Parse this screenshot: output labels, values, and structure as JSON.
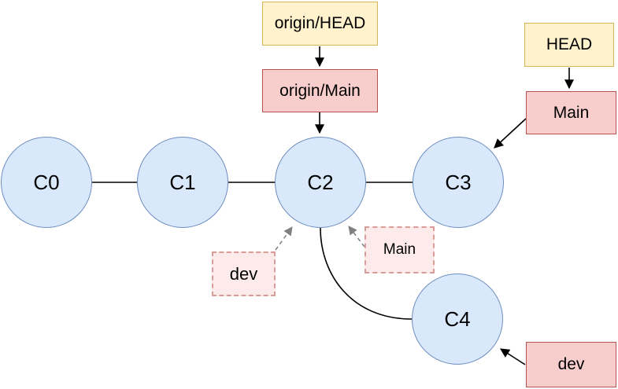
{
  "diagram": {
    "type": "git-commit-graph",
    "nodes": [
      {
        "id": "c0",
        "label": "C0"
      },
      {
        "id": "c1",
        "label": "C1"
      },
      {
        "id": "c2",
        "label": "C2"
      },
      {
        "id": "c3",
        "label": "C3"
      },
      {
        "id": "c4",
        "label": "C4"
      }
    ],
    "pointers": {
      "origin_head": {
        "label": "origin/HEAD",
        "style": "head"
      },
      "origin_main": {
        "label": "origin/Main",
        "style": "branch"
      },
      "head": {
        "label": "HEAD",
        "style": "head"
      },
      "main": {
        "label": "Main",
        "style": "branch"
      },
      "dev": {
        "label": "dev",
        "style": "branch"
      },
      "ghost_dev": {
        "label": "dev",
        "style": "ghost"
      },
      "ghost_main": {
        "label": "Main",
        "style": "ghost"
      }
    },
    "edges": [
      {
        "from": "c0",
        "to": "c1",
        "style": "solid-line"
      },
      {
        "from": "c1",
        "to": "c2",
        "style": "solid-line"
      },
      {
        "from": "c2",
        "to": "c3",
        "style": "solid-line"
      },
      {
        "from": "c2",
        "to": "c4",
        "style": "curved-line"
      },
      {
        "from": "origin_head",
        "to": "origin_main",
        "style": "solid-arrow"
      },
      {
        "from": "origin_main",
        "to": "c2",
        "style": "solid-arrow"
      },
      {
        "from": "head",
        "to": "main",
        "style": "solid-arrow"
      },
      {
        "from": "main",
        "to": "c3",
        "style": "solid-arrow"
      },
      {
        "from": "dev",
        "to": "c4",
        "style": "solid-arrow"
      },
      {
        "from": "ghost_dev",
        "to": "c2",
        "style": "dashed-arrow"
      },
      {
        "from": "ghost_main",
        "to": "c2",
        "style": "dashed-arrow"
      }
    ],
    "colors": {
      "commit_fill": "#dae8fc",
      "commit_border": "#6c8ebf",
      "head_fill": "#fff2cc",
      "head_border": "#d6b656",
      "branch_fill": "#f8cecc",
      "branch_border": "#b85450",
      "ghost_fill": "#fcebea",
      "ghost_border": "#d89d99",
      "edge": "#000000",
      "ghost_edge": "#808080"
    }
  }
}
